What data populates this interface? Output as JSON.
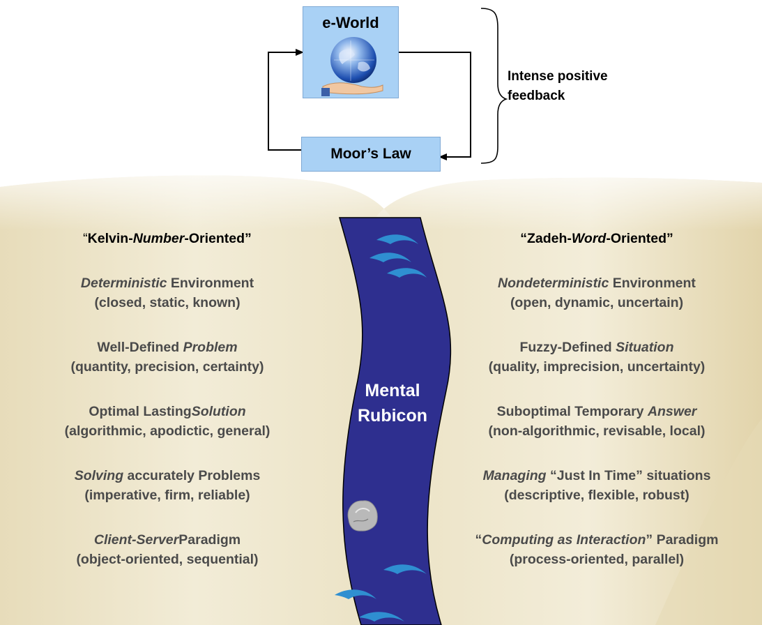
{
  "top": {
    "eworld_label": "e-World",
    "moore_label": "Moor’s Law",
    "feedback_line1": "Intense positive",
    "feedback_line2": "feedback"
  },
  "river_label": {
    "line1": "Mental",
    "line2": "Rubicon"
  },
  "left": {
    "heading_pre": "“",
    "heading_a": "Kelvin-",
    "heading_b": "Number",
    "heading_c": "-Oriented”",
    "items": [
      {
        "italic": "Deterministic",
        "rest": " Environment",
        "detail": "(closed, static, known)"
      },
      {
        "plain": "Well-Defined ",
        "italic": "Problem",
        "detail": "(quantity, precision, certainty)"
      },
      {
        "plain": "Optimal Lasting",
        "italic": "Solution",
        "detail": "(algorithmic, apodictic, general)"
      },
      {
        "italic": "Solving",
        "rest": " accurately Problems",
        "detail": "(imperative, firm, reliable)"
      },
      {
        "italic": "Client-Server",
        "rest": "Paradigm",
        "detail": "(object-oriented, sequential)"
      }
    ]
  },
  "right": {
    "heading_a": "“Zadeh-",
    "heading_b": "Word",
    "heading_c": "-Oriented”",
    "items": [
      {
        "italic": "Nondeterministic",
        "rest": " Environment",
        "detail": "(open, dynamic, uncertain)"
      },
      {
        "plain": "Fuzzy-Defined ",
        "italic": "Situation",
        "detail": "(quality, imprecision, uncertainty)"
      },
      {
        "plain": "Suboptimal Temporary ",
        "italic": "Answer",
        "detail": "(non-algorithmic, revisable, local)"
      },
      {
        "italic": "Managing",
        "rest": " “Just In Time” situations",
        "detail": "(descriptive, flexible, robust)"
      },
      {
        "plain": "“",
        "italic": "Computing as Interaction",
        "rest": "” Paradigm",
        "detail": "(process-oriented, parallel)"
      }
    ]
  },
  "colors": {
    "river": "#2e2f8f",
    "box": "#a9d1f5",
    "book": "#efe7cd",
    "wave": "#2f8fd1"
  }
}
